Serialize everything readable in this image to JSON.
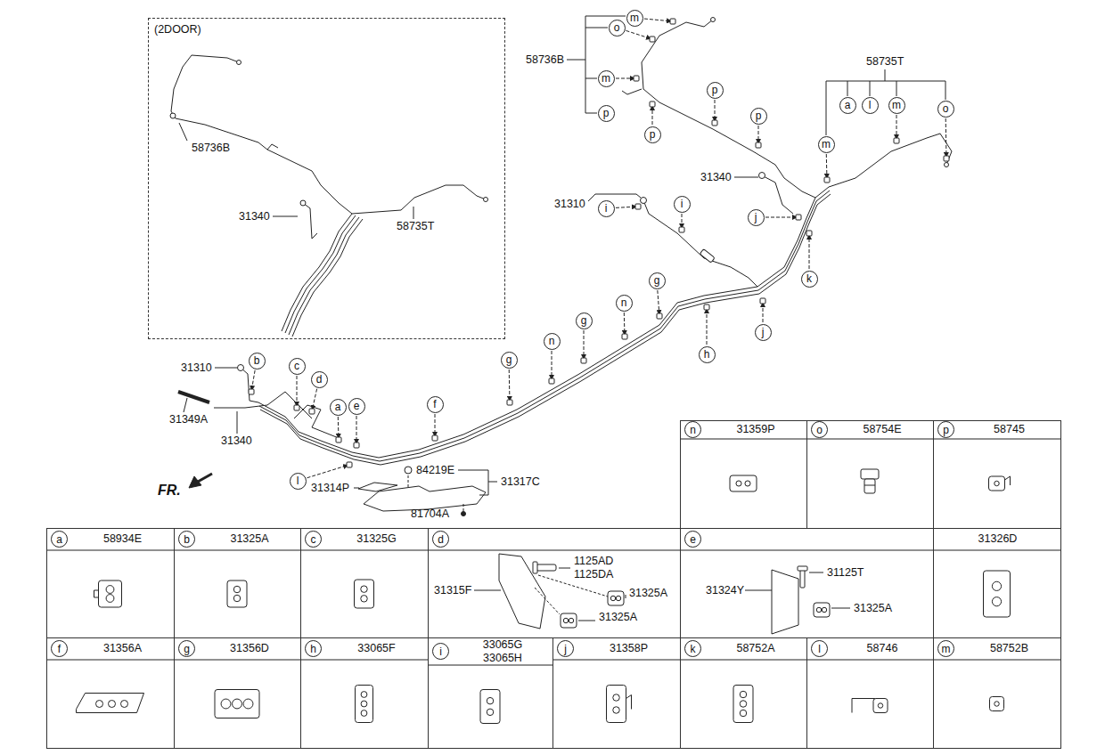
{
  "diagram": {
    "nodes": [
      {
        "text": [
          "(2DOOR)"
        ]
      },
      {
        "text": [
          "m"
        ]
      },
      {
        "text": [
          "o"
        ]
      },
      {
        "text": [
          "m"
        ]
      },
      {
        "text": [
          "p"
        ]
      },
      {
        "text": [
          "p"
        ]
      },
      {
        "text": [
          "a"
        ]
      },
      {
        "text": [
          "l"
        ]
      },
      {
        "text": [
          "m"
        ]
      },
      {
        "text": [
          "o"
        ]
      },
      {
        "text": [
          "p"
        ]
      },
      {
        "text": [
          "p"
        ]
      },
      {
        "text": [
          "m"
        ]
      },
      {
        "text": [
          "i"
        ]
      },
      {
        "text": [
          "i"
        ]
      },
      {
        "text": [
          "j"
        ]
      },
      {
        "text": [
          "k"
        ]
      },
      {
        "text": [
          "g"
        ]
      },
      {
        "text": [
          "n"
        ]
      },
      {
        "text": [
          "g"
        ]
      },
      {
        "text": [
          "j"
        ]
      },
      {
        "text": [
          "h"
        ]
      },
      {
        "text": [
          "n"
        ]
      },
      {
        "text": [
          "b"
        ]
      },
      {
        "text": [
          "g"
        ]
      },
      {
        "text": [
          "c"
        ]
      },
      {
        "text": [
          "d"
        ]
      },
      {
        "text": [
          "f"
        ]
      },
      {
        "text": [
          "a"
        ]
      },
      {
        "text": [
          "e"
        ]
      },
      {
        "text": [
          "l"
        ]
      },
      {
        "text": [
          "31359P"
        ]
      },
      {
        "text": [
          "n"
        ],
        "in": 31
      },
      {
        "text": [
          "58754E"
        ]
      },
      {
        "text": [
          "o"
        ],
        "in": 33
      },
      {
        "text": [
          "58745"
        ]
      },
      {
        "text": [
          "p"
        ],
        "in": 35
      },
      {
        "text": [
          "58934E"
        ]
      },
      {
        "text": [
          "a"
        ],
        "in": 37
      },
      {
        "text": [
          "31325A"
        ]
      },
      {
        "text": [
          "b"
        ],
        "in": 39
      },
      {
        "text": [
          "31325G"
        ]
      },
      {
        "text": [
          "c"
        ],
        "in": 41
      },
      {
        "text": [
          "1125AD",
          "1125DA",
          "31315F",
          "31325A",
          "31325A"
        ]
      },
      {
        "text": [
          "d"
        ],
        "in": 43
      },
      {
        "text": [
          "31125T",
          "31324Y",
          "31325A"
        ]
      },
      {
        "text": [
          "e"
        ],
        "in": 45
      },
      {
        "text": [
          "31326D"
        ]
      },
      {
        "text": [
          "31356A"
        ]
      },
      {
        "text": [
          "f"
        ],
        "in": 48
      },
      {
        "text": [
          "31356D"
        ]
      },
      {
        "text": [
          "g"
        ],
        "in": 50
      },
      {
        "text": [
          "33065F"
        ]
      },
      {
        "text": [
          "h"
        ],
        "in": 52
      },
      {
        "text": [
          "33065G",
          "33065H"
        ]
      },
      {
        "text": [
          "i"
        ],
        "in": 54
      },
      {
        "text": [
          "31358P"
        ]
      },
      {
        "text": [
          "j"
        ],
        "in": 56
      },
      {
        "text": [
          "58752A"
        ]
      },
      {
        "text": [
          "k"
        ],
        "in": 58
      },
      {
        "text": [
          "58746"
        ]
      },
      {
        "text": [
          "l"
        ],
        "in": 60
      },
      {
        "text": [
          "58752B"
        ]
      },
      {
        "text": [
          "m"
        ],
        "in": 62
      }
    ],
    "labels": [
      "58736B",
      "31340",
      "58735T",
      "58736B",
      "58735T",
      "31340",
      "31310",
      "31310",
      "31349A",
      "31340",
      "84219E",
      "31317C",
      "31314P",
      "81704A",
      "FR."
    ]
  }
}
